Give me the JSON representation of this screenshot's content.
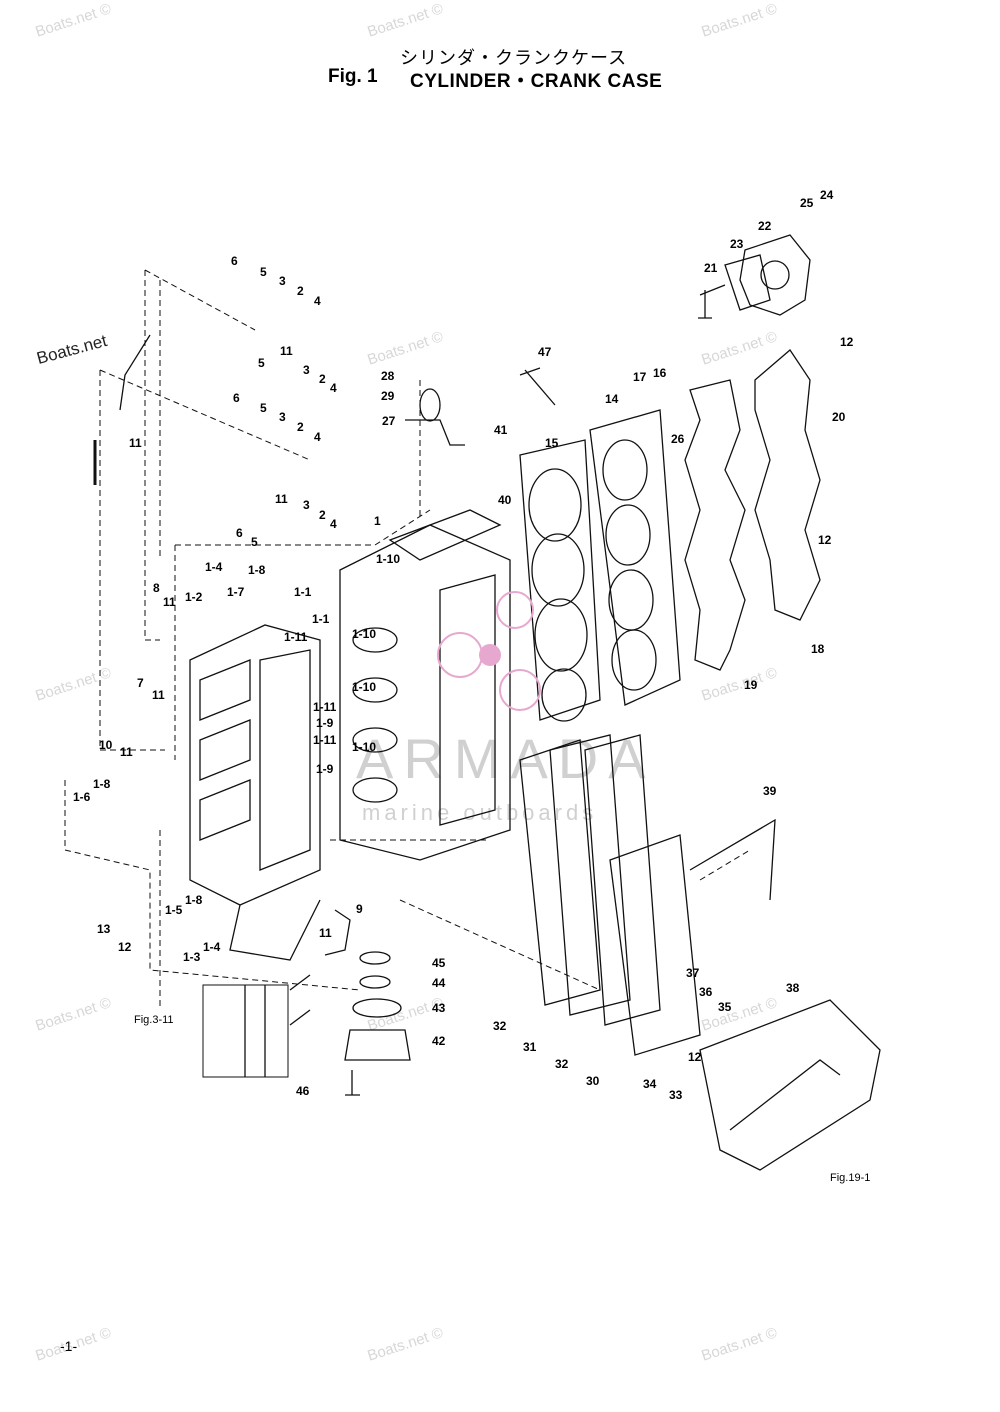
{
  "header": {
    "title_jp": "シリンダ・クランクケース",
    "fig_label": "Fig. 1",
    "title_en": "CYLINDER・CRANK CASE"
  },
  "watermark": {
    "text": "Boats.net ©",
    "logo_text": "Boats.net",
    "brand": "ARMADA",
    "brand_sub": "marine outboards"
  },
  "callouts": {
    "c1": "1",
    "c1_1a": "1-1",
    "c1_1b": "1-1",
    "c1_2": "1-2",
    "c1_3": "1-3",
    "c1_4a": "1-4",
    "c1_4b": "1-4",
    "c1_5": "1-5",
    "c1_6": "1-6",
    "c1_7": "1-7",
    "c1_8a": "1-8",
    "c1_8b": "1-8",
    "c1_8c": "1-8",
    "c1_9a": "1-9",
    "c1_9b": "1-9",
    "c1_10a": "1-10",
    "c1_10b": "1-10",
    "c1_10c": "1-10",
    "c1_10d": "1-10",
    "c1_11a": "1-11",
    "c1_11b": "1-11",
    "c1_11c": "1-11",
    "c2a": "2",
    "c2b": "2",
    "c2c": "2",
    "c2d": "2",
    "c3a": "3",
    "c3b": "3",
    "c3c": "3",
    "c3d": "3",
    "c4a": "4",
    "c4b": "4",
    "c4c": "4",
    "c4d": "4",
    "c5a": "5",
    "c5b": "5",
    "c5c": "5",
    "c5d": "5",
    "c6a": "6",
    "c6b": "6",
    "c6c": "6",
    "c7": "7",
    "c8": "8",
    "c9": "9",
    "c10": "10",
    "c11a": "11",
    "c11b": "11",
    "c11c": "11",
    "c11d": "11",
    "c11e": "11",
    "c11f": "11",
    "c11g": "11",
    "c12a": "12",
    "c12b": "12",
    "c12c": "12",
    "c12d": "12",
    "c13": "13",
    "c14": "14",
    "c15": "15",
    "c16": "16",
    "c17": "17",
    "c18": "18",
    "c19": "19",
    "c20": "20",
    "c21": "21",
    "c22": "22",
    "c23": "23",
    "c24": "24",
    "c25": "25",
    "c26": "26",
    "c27": "27",
    "c28": "28",
    "c29": "29",
    "c30": "30",
    "c31": "31",
    "c32a": "32",
    "c32b": "32",
    "c33": "33",
    "c34": "34",
    "c35": "35",
    "c36": "36",
    "c37": "37",
    "c38": "38",
    "c39": "39",
    "c40": "40",
    "c41": "41",
    "c42": "42",
    "c43": "43",
    "c44": "44",
    "c45": "45",
    "c46": "46",
    "c47": "47"
  },
  "references": {
    "fig3_11": "Fig.3-11",
    "fig19_1": "Fig.19-1"
  },
  "footer": {
    "page_number": "-1-"
  }
}
